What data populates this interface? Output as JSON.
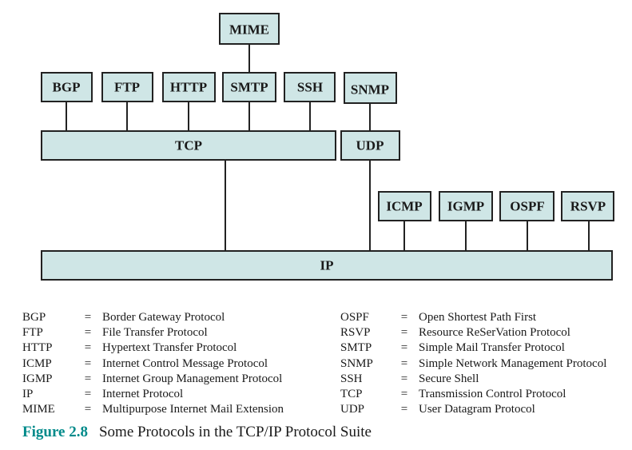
{
  "diagram": {
    "nodes": {
      "mime": "MIME",
      "bgp": "BGP",
      "ftp": "FTP",
      "http": "HTTP",
      "smtp": "SMTP",
      "ssh": "SSH",
      "snmp": "SNMP",
      "tcp": "TCP",
      "udp": "UDP",
      "icmp": "ICMP",
      "igmp": "IGMP",
      "ospf": "OSPF",
      "rsvp": "RSVP",
      "ip": "IP"
    },
    "edges": [
      [
        "MIME",
        "SMTP"
      ],
      [
        "BGP",
        "TCP"
      ],
      [
        "FTP",
        "TCP"
      ],
      [
        "HTTP",
        "TCP"
      ],
      [
        "SMTP",
        "TCP"
      ],
      [
        "SSH",
        "TCP"
      ],
      [
        "SNMP",
        "UDP"
      ],
      [
        "TCP",
        "IP"
      ],
      [
        "UDP",
        "IP"
      ],
      [
        "ICMP",
        "IP"
      ],
      [
        "IGMP",
        "IP"
      ],
      [
        "OSPF",
        "IP"
      ],
      [
        "RSVP",
        "IP"
      ]
    ]
  },
  "legend": {
    "left": [
      {
        "abbr": "BGP",
        "eq": "=",
        "name": "Border Gateway Protocol"
      },
      {
        "abbr": "FTP",
        "eq": "=",
        "name": "File Transfer Protocol"
      },
      {
        "abbr": "HTTP",
        "eq": "=",
        "name": "Hypertext Transfer Protocol"
      },
      {
        "abbr": "ICMP",
        "eq": "=",
        "name": "Internet Control Message Protocol"
      },
      {
        "abbr": "IGMP",
        "eq": "=",
        "name": "Internet Group Management Protocol"
      },
      {
        "abbr": "IP",
        "eq": "=",
        "name": "Internet Protocol"
      },
      {
        "abbr": "MIME",
        "eq": "=",
        "name": "Multipurpose Internet Mail Extension"
      }
    ],
    "right": [
      {
        "abbr": "OSPF",
        "eq": "=",
        "name": "Open Shortest Path First"
      },
      {
        "abbr": "RSVP",
        "eq": "=",
        "name": "Resource ReSerVation Protocol"
      },
      {
        "abbr": "SMTP",
        "eq": "=",
        "name": "Simple Mail Transfer Protocol"
      },
      {
        "abbr": "SNMP",
        "eq": "=",
        "name": "Simple Network Management Protocol"
      },
      {
        "abbr": "SSH",
        "eq": "=",
        "name": "Secure Shell"
      },
      {
        "abbr": "TCP",
        "eq": "=",
        "name": "Transmission Control Protocol"
      },
      {
        "abbr": "UDP",
        "eq": "=",
        "name": "User Datagram Protocol"
      }
    ]
  },
  "caption": {
    "figure_label": "Figure 2.8",
    "text": "Some Protocols in the TCP/IP Protocol Suite"
  },
  "colors": {
    "box_fill": "#cfe6e6",
    "caption_accent": "#008a8a"
  }
}
